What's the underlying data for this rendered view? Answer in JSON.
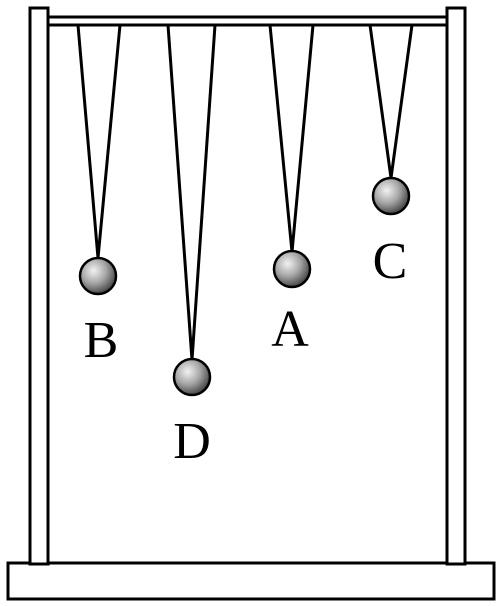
{
  "labels": {
    "B": "B",
    "D": "D",
    "A": "A",
    "C": "C"
  },
  "colors": {
    "stroke": "#000000",
    "background": "#ffffff",
    "ball_highlight": "#f2f2f2",
    "ball_mid": "#a6a6a6",
    "ball_shadow": "#3a3a3a"
  }
}
